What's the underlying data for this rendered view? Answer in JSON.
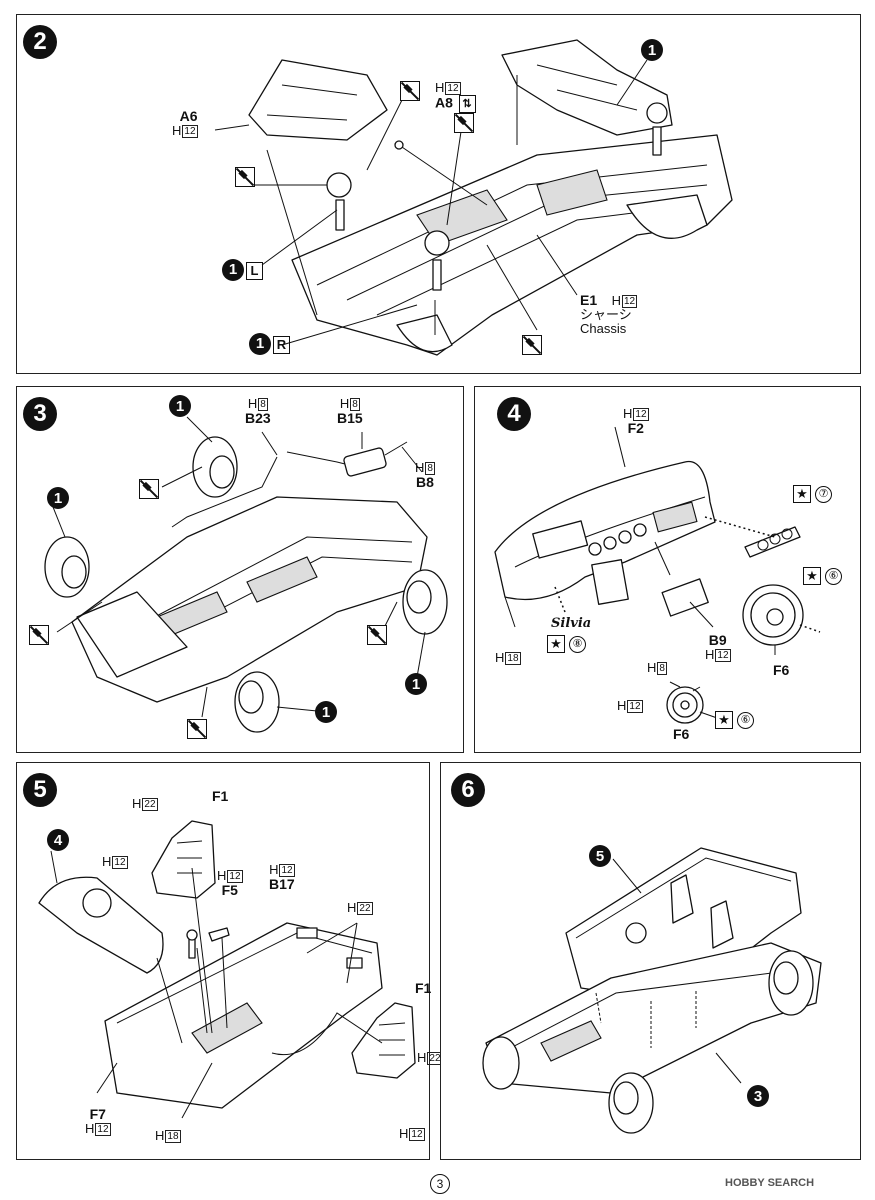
{
  "steps": {
    "s2": {
      "num": "2"
    },
    "s3": {
      "num": "3"
    },
    "s4": {
      "num": "4"
    },
    "s5": {
      "num": "5"
    },
    "s6": {
      "num": "6"
    }
  },
  "refs": {
    "one": "1",
    "four": "4",
    "five": "5",
    "three": "3"
  },
  "sides": {
    "left": "L",
    "right": "R"
  },
  "hboxes": {
    "h12": "12",
    "h8": "8",
    "h18": "18",
    "h22": "22"
  },
  "h_prefix": "H",
  "parts": {
    "a6": "A6",
    "a8": "A8",
    "e1": "E1",
    "chassis_jp": "シャーシ",
    "chassis_en": "Chassis",
    "b23": "B23",
    "b15": "B15",
    "b8": "B8",
    "f2": "F2",
    "b9": "B9",
    "f6": "F6",
    "f1": "F1",
    "f5": "F5",
    "b17": "B17",
    "f7": "F7"
  },
  "decals": {
    "d7": "⑦",
    "d6": "⑥",
    "d8": "⑧",
    "star": "★"
  },
  "dash_script": "Silvia",
  "page_number": "3",
  "watermark": "HOBBY SEARCH",
  "colors": {
    "ink": "#111111",
    "paper": "#ffffff",
    "shade": "#dddddd"
  }
}
